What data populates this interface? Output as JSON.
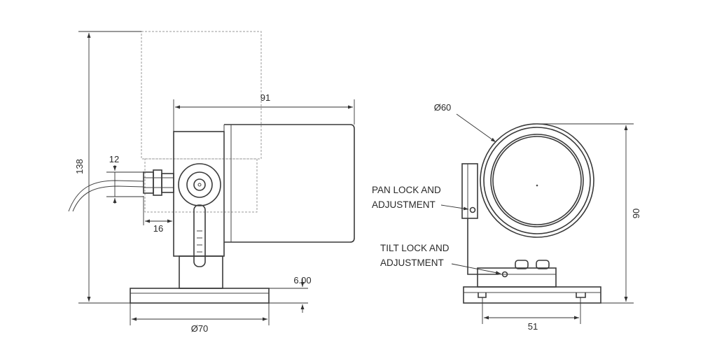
{
  "dimensions": {
    "height_total": "138",
    "length_body": "91",
    "cable_gland": "12",
    "gland_depth": "16",
    "base_thickness": "6.00",
    "base_diameter": "Ø70",
    "lens_diameter": "Ø60",
    "front_height": "90",
    "mount_width": "51"
  },
  "callouts": {
    "pan_line1": "PAN LOCK AND",
    "pan_line2": "ADJUSTMENT",
    "tilt_line1": "TILT LOCK AND",
    "tilt_line2": "ADJUSTMENT"
  },
  "colors": {
    "line": "#3a3a3a",
    "hidden": "#9a9a9a",
    "background": "#ffffff"
  }
}
